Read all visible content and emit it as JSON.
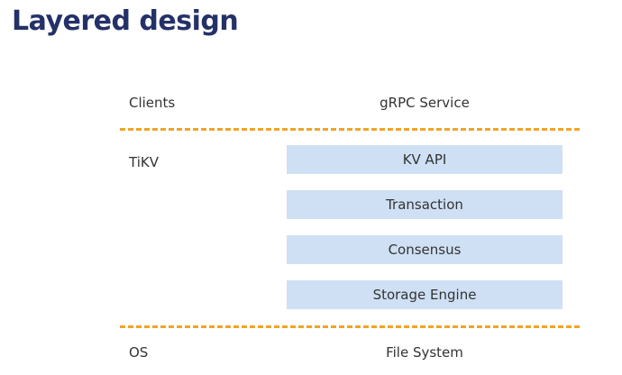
{
  "title": "Layered design",
  "rows": {
    "clients": {
      "left": "Clients",
      "right": "gRPC Service"
    },
    "tikv": {
      "left": "TiKV",
      "layers": [
        "KV API",
        "Transaction",
        "Consensus",
        "Storage Engine"
      ]
    },
    "os": {
      "left": "OS",
      "right": "File System"
    }
  },
  "colors": {
    "title": "#243169",
    "divider": "#f0a42a",
    "layer_fill": "#cfe0f4",
    "text": "#333333"
  }
}
